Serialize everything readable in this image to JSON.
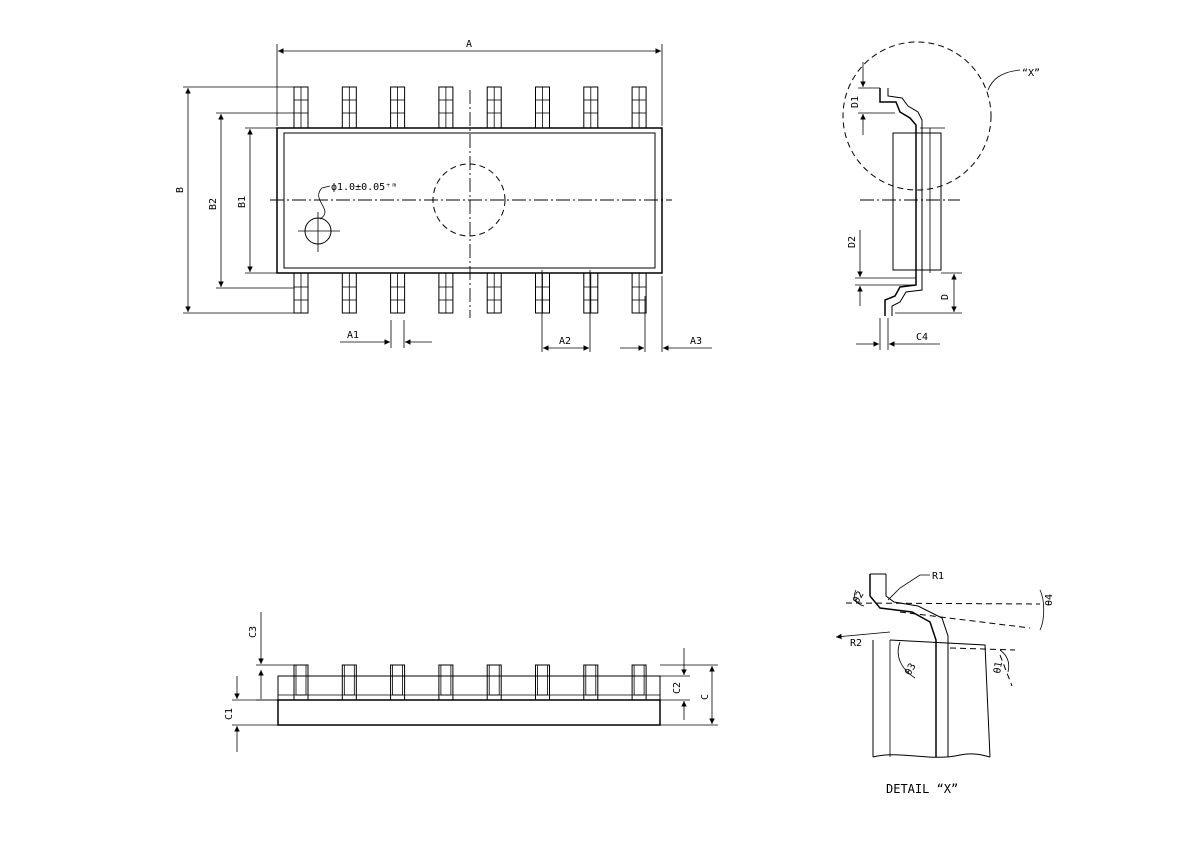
{
  "labels": {
    "A": "A",
    "A1": "A1",
    "A2": "A2",
    "A3": "A3",
    "B": "B",
    "B1": "B1",
    "B2": "B2",
    "hole": "ϕ1.0±0.05⁺ᵐ",
    "X_callout": "“X”",
    "D": "D",
    "D1": "D1",
    "D2": "D2",
    "C": "C",
    "C1": "C1",
    "C2": "C2",
    "C3": "C3",
    "C4": "C4",
    "R1": "R1",
    "R2": "R2",
    "theta1": "θ1",
    "theta2": "θ2",
    "theta3": "θ3",
    "theta4": "θ4",
    "detail": "DETAIL “X”"
  },
  "package": {
    "pin_count_per_side": 8
  }
}
